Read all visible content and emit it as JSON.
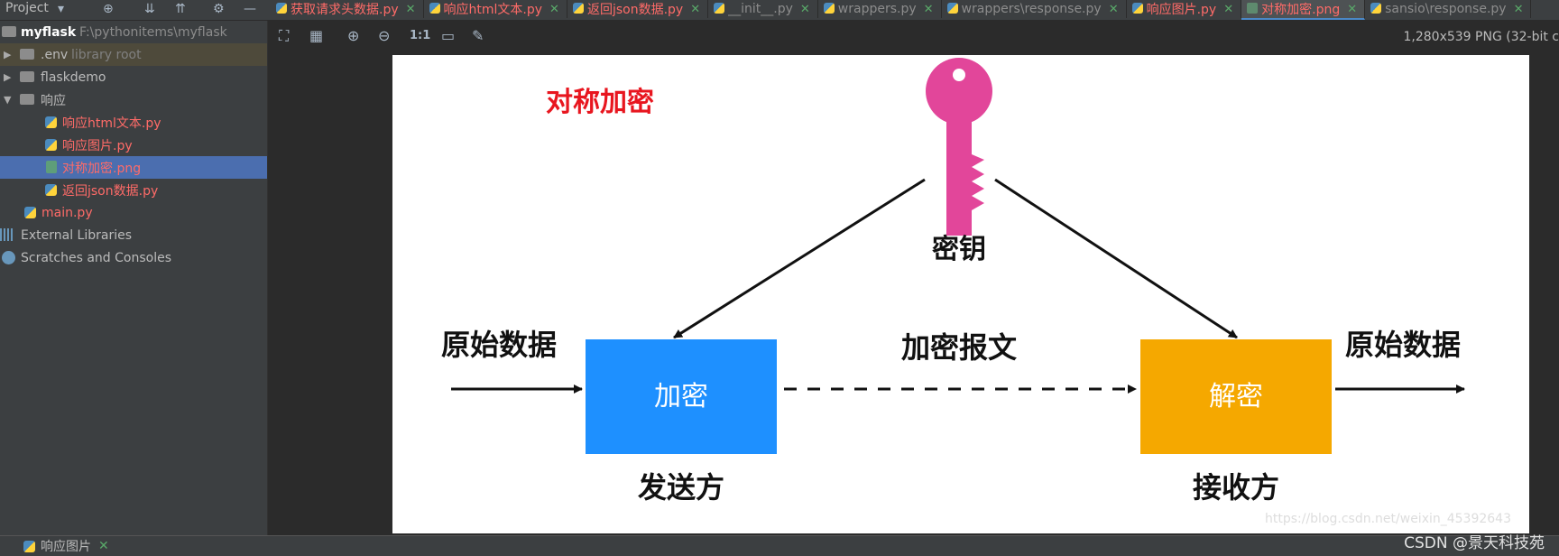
{
  "project": {
    "title": "Project"
  },
  "tabs": [
    {
      "label": "获取请求头数据.py",
      "color": "#ff6b68",
      "kind": "py"
    },
    {
      "label": "响应html文本.py",
      "color": "#ff6b68",
      "kind": "py"
    },
    {
      "label": "返回json数据.py",
      "color": "#ff6b68",
      "kind": "py"
    },
    {
      "label": "__init__.py",
      "color": "#8c8c8c",
      "kind": "py"
    },
    {
      "label": "wrappers.py",
      "color": "#8c8c8c",
      "kind": "py"
    },
    {
      "label": "wrappers\\response.py",
      "color": "#8c8c8c",
      "kind": "py"
    },
    {
      "label": "响应图片.py",
      "color": "#ff6b68",
      "kind": "py"
    },
    {
      "label": "对称加密.png",
      "color": "#ff6b68",
      "kind": "png",
      "active": true
    },
    {
      "label": "sansio\\response.py",
      "color": "#8c8c8c",
      "kind": "py"
    }
  ],
  "tree": {
    "root": {
      "name": "myflask",
      "path": "F:\\pythonitems\\myflask"
    },
    "env": {
      "name": ".env",
      "note": "library root"
    },
    "flaskdemo": "flaskdemo",
    "resp_folder": "响应",
    "files": [
      "响应html文本.py",
      "响应图片.py",
      "对称加密.png",
      "返回json数据.py"
    ],
    "main": "main.py",
    "ext_libs": "External Libraries",
    "scratches": "Scratches and Consoles"
  },
  "viewer": {
    "info": "1,280x539 PNG (32-bit c",
    "zoom_label": "1:1"
  },
  "diagram": {
    "title": "对称加密",
    "key_label": "密钥",
    "left_input": "原始数据",
    "encrypt": "加密",
    "middle": "加密报文",
    "decrypt": "解密",
    "right_output": "原始数据",
    "sender": "发送方",
    "receiver": "接收方",
    "faint_url": "https://blog.csdn.net/weixin_45392643",
    "colors": {
      "title": "#e8161f",
      "key": "#e2469a",
      "encrypt": "#1e90ff",
      "decrypt": "#f5a800"
    }
  },
  "bottom": {
    "tab_label": "响应图片"
  },
  "watermark": "CSDN @景天科技苑"
}
